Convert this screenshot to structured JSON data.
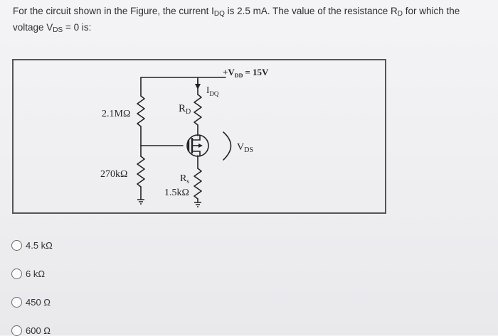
{
  "question": {
    "part1": "For the circuit shown in the Figure, the current I",
    "sub1": "DQ",
    "part2": " is 2.5 mA. The value of the resistance R",
    "sub2": "D",
    "part3": " for which the voltage V",
    "sub3": "DS",
    "part4": " = 0 is:"
  },
  "figure": {
    "vdd_label": "+V",
    "vdd_sub": "DD",
    "vdd_value": "= 15V",
    "idq_main": "I",
    "idq_sub": "DQ",
    "r1_label": "2.1MΩ",
    "r2_label": "270kΩ",
    "rd_main": "R",
    "rd_sub": "D",
    "rs_main": "R",
    "rs_sub": "s",
    "rs_value": "1.5kΩ",
    "vds_main": "V",
    "vds_sub": "DS"
  },
  "options": [
    {
      "label": "4.5 kΩ"
    },
    {
      "label": "6 kΩ"
    },
    {
      "label": "450 Ω"
    },
    {
      "label": "600 Ω"
    }
  ]
}
